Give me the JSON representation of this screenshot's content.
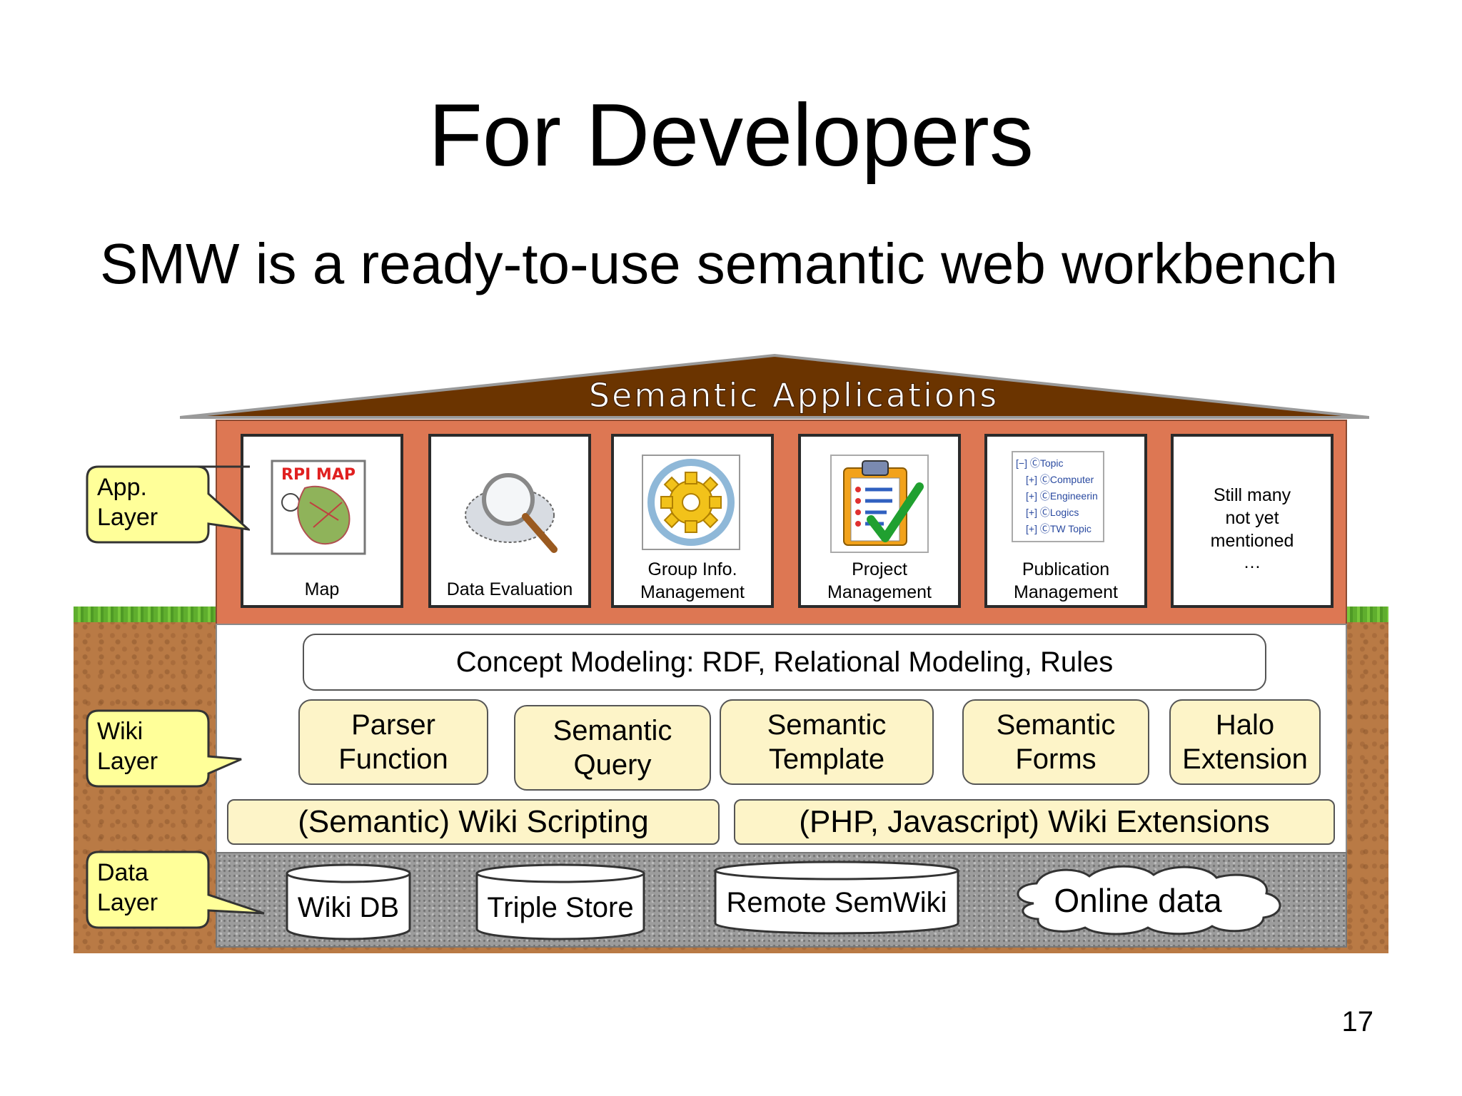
{
  "slide": {
    "title": "For Developers",
    "subtitle": "SMW is a ready-to-use semantic web workbench",
    "page_number": "17"
  },
  "roof": {
    "label": "Semantic Applications"
  },
  "callouts": {
    "app": {
      "line1": "App.",
      "line2": "Layer"
    },
    "wiki": {
      "line1": "Wiki",
      "line2": "Layer"
    },
    "data": {
      "line1": "Data",
      "line2": "Layer"
    }
  },
  "apps": [
    {
      "line1": "Map",
      "line2": "",
      "icon": "rpi-map-icon",
      "icon_text": "RPI MAP"
    },
    {
      "line1": "Data Evaluation",
      "line2": "",
      "icon": "magnifier-cloud-icon"
    },
    {
      "line1": "Group Info.",
      "line2": "Management",
      "icon": "gear-icon"
    },
    {
      "line1": "Project",
      "line2": "Management",
      "icon": "clipboard-check-icon"
    },
    {
      "line1": "Publication",
      "line2": "Management",
      "icon": "topic-tree-icon",
      "tree": [
        "[−] ⒸTopic",
        "[+] ⒸComputer",
        "[+] ⒸEngineerin",
        "[+] ⒸLogics",
        "[+] ⒸTW Topic"
      ]
    },
    {
      "line1": "Still many",
      "line2": "not yet",
      "line3": "mentioned",
      "line4": "…"
    }
  ],
  "wiki_layer": {
    "concept": "Concept Modeling: RDF, Relational Modeling, Rules",
    "components": [
      "Parser\nFunction",
      "Semantic\nQuery",
      "Semantic\nTemplate",
      "Semantic\nForms",
      "Halo\nExtension"
    ],
    "scripting": "(Semantic) Wiki Scripting",
    "extensions": "(PHP, Javascript) Wiki Extensions"
  },
  "data_layer": {
    "stores": [
      "Wiki DB",
      "Triple Store",
      "Remote SemWiki"
    ],
    "online": "Online data"
  },
  "colors": {
    "roof": "#6b3400",
    "app_wall": "#dd7753",
    "wiki_box": "#fdf4c8",
    "callout": "#ffff99",
    "ground": "#b97a45",
    "grass": "#5fae2e"
  }
}
